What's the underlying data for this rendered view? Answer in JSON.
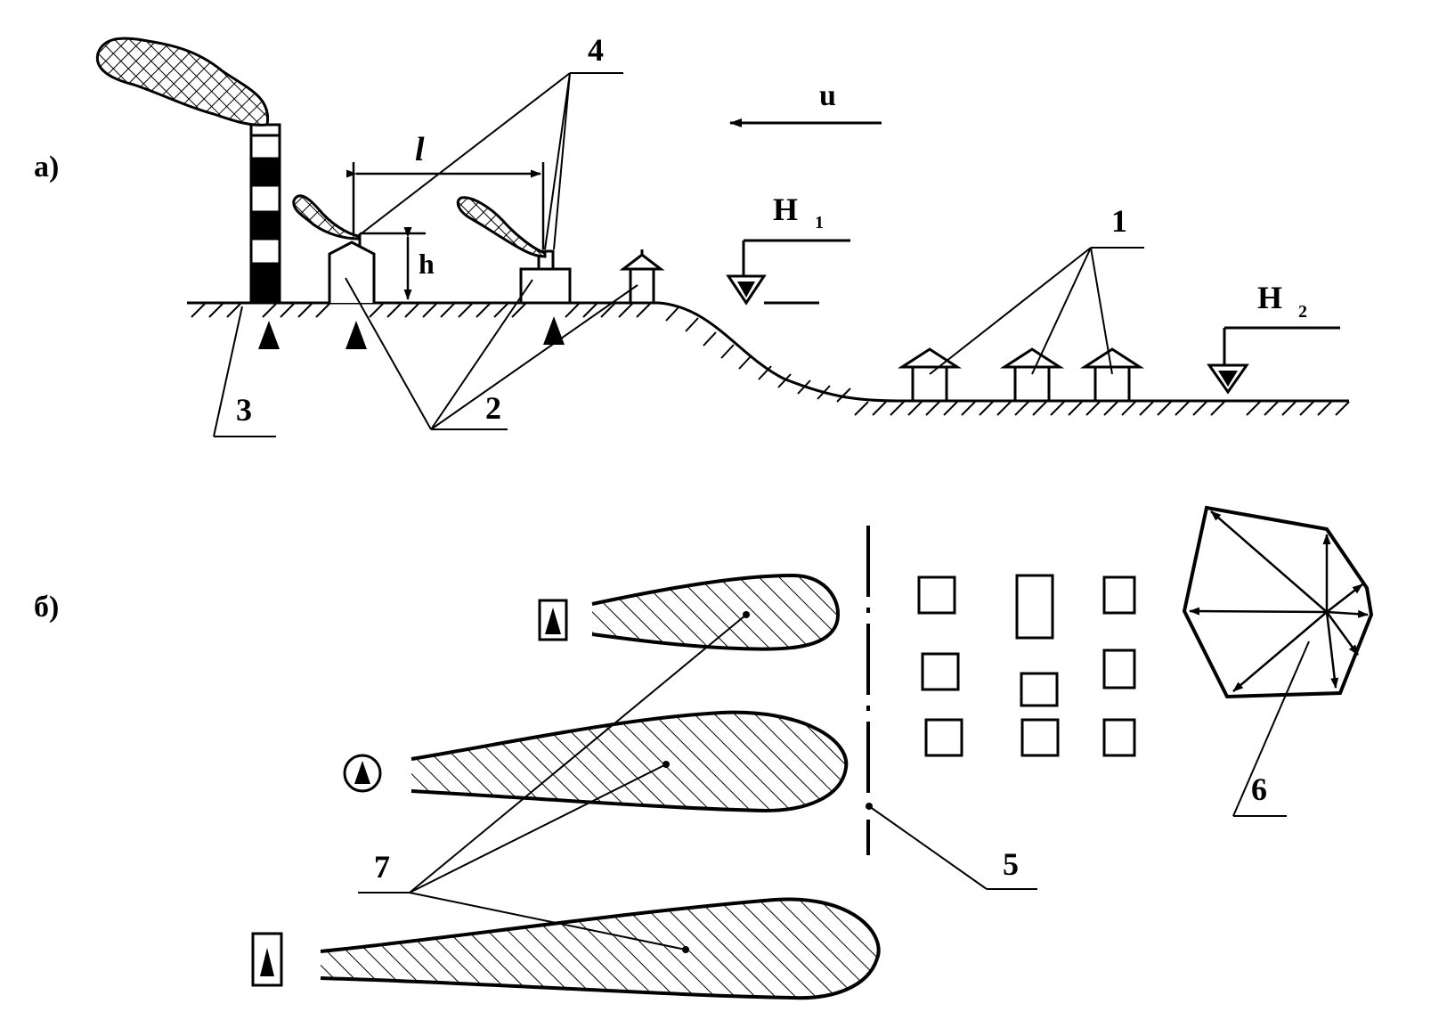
{
  "panels": {
    "a_label": "а)",
    "b_label": "б)"
  },
  "labels": {
    "n1": "1",
    "n2": "2",
    "n3": "3",
    "n4": "4",
    "n5": "5",
    "n6": "6",
    "n7": "7",
    "wind": "u",
    "distance": "l",
    "height": "h",
    "level1": "H",
    "level1_sub": "1",
    "level2": "H",
    "level2_sub": "2"
  },
  "colors": {
    "ink": "#000000",
    "paper": "#ffffff"
  }
}
